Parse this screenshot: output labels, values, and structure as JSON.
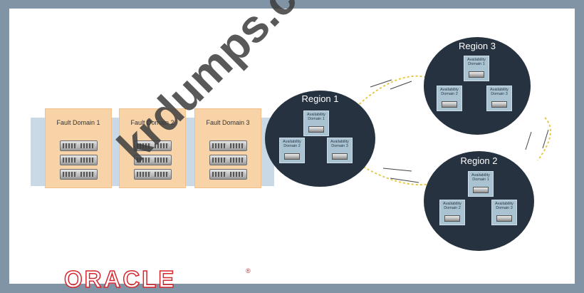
{
  "fault_domains": [
    {
      "label": "Fault Domain 1"
    },
    {
      "label": "Fault Domain 2"
    },
    {
      "label": "Fault Domain 3"
    }
  ],
  "regions": [
    {
      "label": "Region 1",
      "domains": [
        "Availability Domain 1",
        "Availability Domain 2",
        "Availability Domain 3"
      ]
    },
    {
      "label": "Region 3",
      "domains": [
        "Availability Domain 1",
        "Availability Domain 2",
        "Availability Domain 3"
      ]
    },
    {
      "label": "Region 2",
      "domains": [
        "Availability Domain 1",
        "Availability Domain 2",
        "Availability Domain 3"
      ]
    }
  ],
  "logo": {
    "text": "ORACLE",
    "mark": "®"
  },
  "watermark": "krdumps.com",
  "colors": {
    "frame": "#8194a5",
    "fault_domain": "#f9d3a8",
    "region": "#26323f",
    "availability_domain": "#a9c3d2",
    "link": "#e6c84a",
    "logo": "#d6262e"
  }
}
